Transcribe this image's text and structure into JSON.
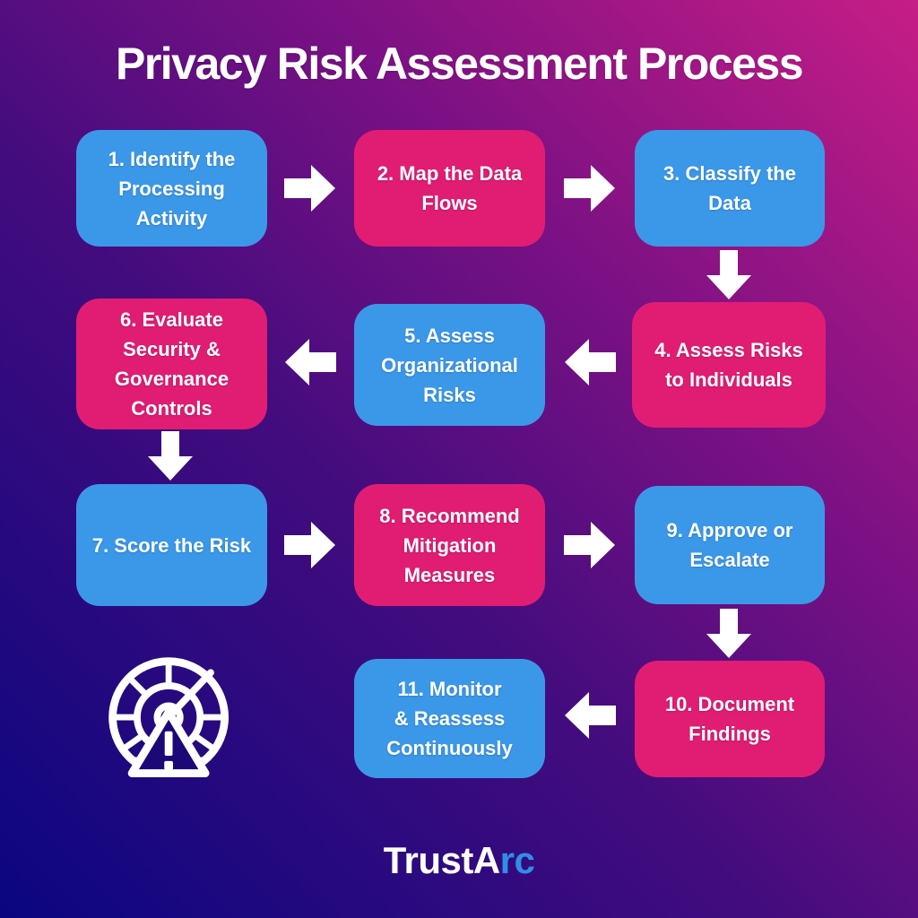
{
  "title": "Privacy Risk Assessment Process",
  "steps": [
    {
      "id": 1,
      "color": "blue",
      "lines": [
        "1. Identify the",
        "Processing",
        "Activity"
      ]
    },
    {
      "id": 2,
      "color": "pink",
      "lines": [
        "2. Map the Data",
        "Flows"
      ]
    },
    {
      "id": 3,
      "color": "blue",
      "lines": [
        "3. Classify the",
        "Data"
      ]
    },
    {
      "id": 4,
      "color": "pink",
      "lines": [
        "4. Assess Risks",
        "to Individuals"
      ]
    },
    {
      "id": 5,
      "color": "blue",
      "lines": [
        "5. Assess",
        "Organizational",
        "Risks"
      ]
    },
    {
      "id": 6,
      "color": "pink",
      "lines": [
        "6. Evaluate",
        "Security &",
        "Governance",
        "Controls"
      ]
    },
    {
      "id": 7,
      "color": "blue",
      "lines": [
        "7. Score the Risk"
      ]
    },
    {
      "id": 8,
      "color": "pink",
      "lines": [
        "8. Recommend",
        "Mitigation",
        "Measures"
      ]
    },
    {
      "id": 9,
      "color": "blue",
      "lines": [
        "9. Approve or",
        "Escalate"
      ]
    },
    {
      "id": 10,
      "color": "pink",
      "lines": [
        "10. Document",
        "Findings"
      ]
    },
    {
      "id": 11,
      "color": "blue",
      "lines": [
        "11. Monitor",
        "& Reassess",
        "Continuously"
      ]
    }
  ],
  "colors": {
    "blue": "#3b98e9",
    "pink": "#e11d73",
    "arrow": "#ffffff",
    "background_top_left": "#3e0b7e",
    "background_top_right": "#c41c85",
    "background_bottom_left": "#0a0680",
    "background_bottom_right": "#741082",
    "logo_accent": "#2e8fe6"
  },
  "icons": {
    "gauge": "risk-gauge-warning-icon"
  },
  "logo": {
    "white_part": "TrustA",
    "blue_part": "rc"
  }
}
